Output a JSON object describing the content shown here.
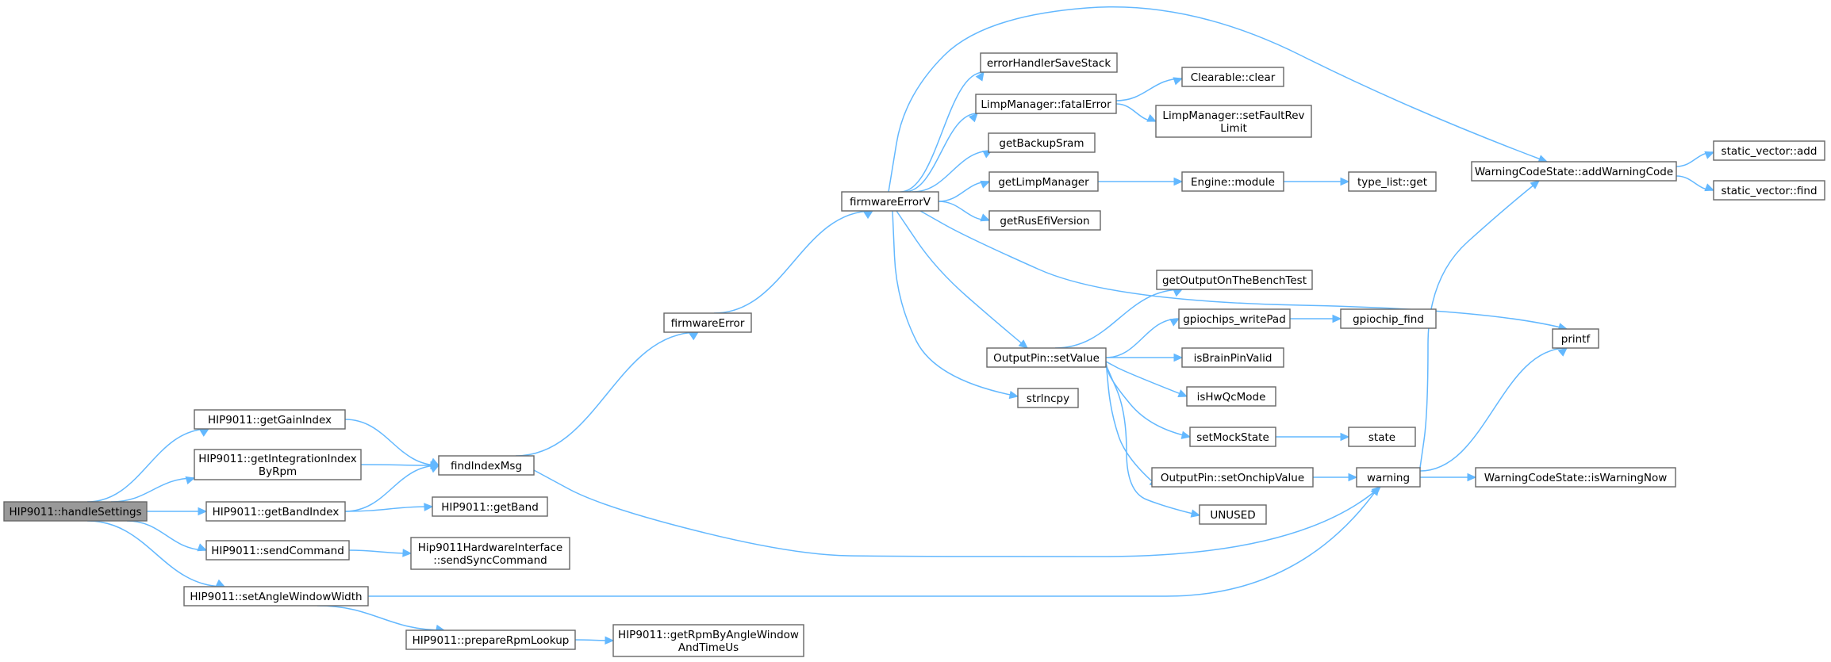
{
  "graph": {
    "nodes": [
      {
        "id": "handleSettings",
        "label": [
          "HIP9011::handleSettings"
        ],
        "root": true
      },
      {
        "id": "getGainIndex",
        "label": [
          "HIP9011::getGainIndex"
        ]
      },
      {
        "id": "getIntegrationIndexByRpm",
        "label": [
          "HIP9011::getIntegrationIndex",
          "ByRpm"
        ]
      },
      {
        "id": "getBandIndex",
        "label": [
          "HIP9011::getBandIndex"
        ]
      },
      {
        "id": "sendCommand",
        "label": [
          "HIP9011::sendCommand"
        ]
      },
      {
        "id": "setAngleWindowWidth",
        "label": [
          "HIP9011::setAngleWindowWidth"
        ]
      },
      {
        "id": "findIndexMsg",
        "label": [
          "findIndexMsg"
        ]
      },
      {
        "id": "getBand",
        "label": [
          "HIP9011::getBand"
        ]
      },
      {
        "id": "sendSyncCommand",
        "label": [
          "Hip9011HardwareInterface",
          "::sendSyncCommand"
        ]
      },
      {
        "id": "prepareRpmLookup",
        "label": [
          "HIP9011::prepareRpmLookup"
        ]
      },
      {
        "id": "getRpmByAngleWindowAndTimeUs",
        "label": [
          "HIP9011::getRpmByAngleWindow",
          "AndTimeUs"
        ]
      },
      {
        "id": "firmwareError",
        "label": [
          "firmwareError"
        ]
      },
      {
        "id": "firmwareErrorV",
        "label": [
          "firmwareErrorV"
        ]
      },
      {
        "id": "errorHandlerSaveStack",
        "label": [
          "errorHandlerSaveStack"
        ]
      },
      {
        "id": "fatalError",
        "label": [
          "LimpManager::fatalError"
        ]
      },
      {
        "id": "getBackupSram",
        "label": [
          "getBackupSram"
        ]
      },
      {
        "id": "getLimpManager",
        "label": [
          "getLimpManager"
        ]
      },
      {
        "id": "getRusEfiVersion",
        "label": [
          "getRusEfiVersion"
        ]
      },
      {
        "id": "setValue",
        "label": [
          "OutputPin::setValue"
        ]
      },
      {
        "id": "strlncpy",
        "label": [
          "strlncpy"
        ]
      },
      {
        "id": "clearableClear",
        "label": [
          "Clearable::clear"
        ]
      },
      {
        "id": "setFaultRevLimit",
        "label": [
          "LimpManager::setFaultRev",
          "Limit"
        ]
      },
      {
        "id": "engineModule",
        "label": [
          "Engine::module"
        ]
      },
      {
        "id": "typeListGet",
        "label": [
          "type_list::get"
        ]
      },
      {
        "id": "getOutputOnTheBenchTest",
        "label": [
          "getOutputOnTheBenchTest"
        ]
      },
      {
        "id": "gpiochipsWritePad",
        "label": [
          "gpiochips_writePad"
        ]
      },
      {
        "id": "gpiochipFind",
        "label": [
          "gpiochip_find"
        ]
      },
      {
        "id": "isBrainPinValid",
        "label": [
          "isBrainPinValid"
        ]
      },
      {
        "id": "isHwQcMode",
        "label": [
          "isHwQcMode"
        ]
      },
      {
        "id": "setMockState",
        "label": [
          "setMockState"
        ]
      },
      {
        "id": "state",
        "label": [
          "state"
        ]
      },
      {
        "id": "setOnchipValue",
        "label": [
          "OutputPin::setOnchipValue"
        ]
      },
      {
        "id": "unused",
        "label": [
          "UNUSED"
        ]
      },
      {
        "id": "warning",
        "label": [
          "warning"
        ]
      },
      {
        "id": "addWarningCode",
        "label": [
          "WarningCodeState::addWarningCode"
        ]
      },
      {
        "id": "printf",
        "label": [
          "printf"
        ]
      },
      {
        "id": "isWarningNow",
        "label": [
          "WarningCodeState::isWarningNow"
        ]
      },
      {
        "id": "staticVectorAdd",
        "label": [
          "static_vector::add"
        ]
      },
      {
        "id": "staticVectorFind",
        "label": [
          "static_vector::find"
        ]
      }
    ],
    "edges": [
      [
        "handleSettings",
        "getGainIndex"
      ],
      [
        "handleSettings",
        "getIntegrationIndexByRpm"
      ],
      [
        "handleSettings",
        "getBandIndex"
      ],
      [
        "handleSettings",
        "sendCommand"
      ],
      [
        "handleSettings",
        "setAngleWindowWidth"
      ],
      [
        "getGainIndex",
        "findIndexMsg"
      ],
      [
        "getIntegrationIndexByRpm",
        "findIndexMsg"
      ],
      [
        "getBandIndex",
        "findIndexMsg"
      ],
      [
        "getBandIndex",
        "getBand"
      ],
      [
        "sendCommand",
        "sendSyncCommand"
      ],
      [
        "setAngleWindowWidth",
        "prepareRpmLookup"
      ],
      [
        "setAngleWindowWidth",
        "warning"
      ],
      [
        "prepareRpmLookup",
        "getRpmByAngleWindowAndTimeUs"
      ],
      [
        "findIndexMsg",
        "firmwareError"
      ],
      [
        "findIndexMsg",
        "warning"
      ],
      [
        "firmwareError",
        "firmwareErrorV"
      ],
      [
        "firmwareErrorV",
        "errorHandlerSaveStack"
      ],
      [
        "firmwareErrorV",
        "fatalError"
      ],
      [
        "firmwareErrorV",
        "getBackupSram"
      ],
      [
        "firmwareErrorV",
        "getLimpManager"
      ],
      [
        "firmwareErrorV",
        "getRusEfiVersion"
      ],
      [
        "firmwareErrorV",
        "setValue"
      ],
      [
        "firmwareErrorV",
        "strlncpy"
      ],
      [
        "firmwareErrorV",
        "addWarningCode"
      ],
      [
        "firmwareErrorV",
        "printf"
      ],
      [
        "fatalError",
        "clearableClear"
      ],
      [
        "fatalError",
        "setFaultRevLimit"
      ],
      [
        "getLimpManager",
        "engineModule"
      ],
      [
        "engineModule",
        "typeListGet"
      ],
      [
        "setValue",
        "getOutputOnTheBenchTest"
      ],
      [
        "setValue",
        "gpiochipsWritePad"
      ],
      [
        "setValue",
        "isBrainPinValid"
      ],
      [
        "setValue",
        "isHwQcMode"
      ],
      [
        "setValue",
        "setMockState"
      ],
      [
        "setValue",
        "setOnchipValue"
      ],
      [
        "setValue",
        "unused"
      ],
      [
        "gpiochipsWritePad",
        "gpiochipFind"
      ],
      [
        "setMockState",
        "state"
      ],
      [
        "setOnchipValue",
        "warning"
      ],
      [
        "warning",
        "addWarningCode"
      ],
      [
        "warning",
        "printf"
      ],
      [
        "warning",
        "isWarningNow"
      ],
      [
        "addWarningCode",
        "staticVectorAdd"
      ],
      [
        "addWarningCode",
        "staticVectorFind"
      ]
    ]
  },
  "colors": {
    "edge": "#63b8ff",
    "node_border": "#666666",
    "node_fill": "#ffffff",
    "root_fill": "#999999"
  }
}
